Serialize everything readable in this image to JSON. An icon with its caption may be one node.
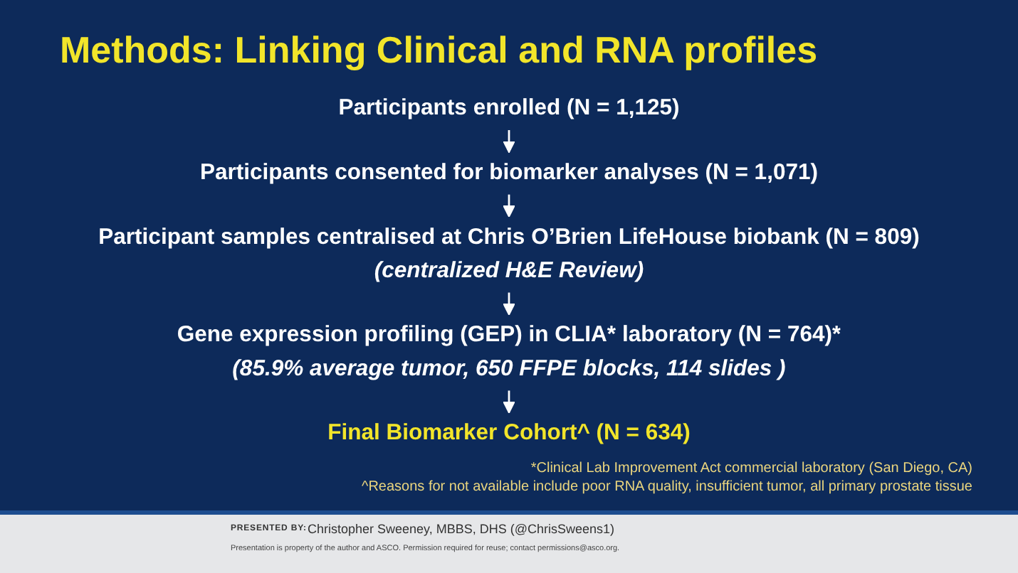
{
  "diagram": {
    "title": "Methods: Linking Clinical and RNA profiles",
    "nodes": [
      {
        "text": [
          "Participants enrolled (N = 1,125)"
        ]
      },
      {
        "text": [
          "Participants consented for biomarker analyses (N = 1,071)"
        ]
      },
      {
        "text": [
          "Participant samples centralised at Chris O’Brien LifeHouse biobank (N = 809)",
          "(centralized H&E Review)"
        ]
      },
      {
        "text": [
          "Gene expression profiling (GEP) in CLIA* laboratory (N = 764)*",
          "(85.9% average tumor, 650 FFPE blocks, 114 slides )"
        ]
      },
      {
        "text": [
          "Final Biomarker Cohort^ (N = 634)"
        ]
      }
    ],
    "edges": [
      {
        "from": 0,
        "to": 1,
        "arrow": "to"
      },
      {
        "from": 1,
        "to": 2,
        "arrow": "to"
      },
      {
        "from": 2,
        "to": 3,
        "arrow": "to"
      },
      {
        "from": 3,
        "to": 4,
        "arrow": "to"
      }
    ],
    "labels": [
      "*Clinical Lab Improvement Act commercial laboratory (San Diego, CA)",
      "^Reasons for not available include poor RNA quality, insufficient tumor, all primary prostate tissue",
      "PRESENTED BY:",
      "Christopher Sweeney, MBBS, DHS (@ChrisSweens1)",
      "Presentation is property of the author and ASCO. Permission required for reuse; contact permissions@asco.org."
    ]
  }
}
